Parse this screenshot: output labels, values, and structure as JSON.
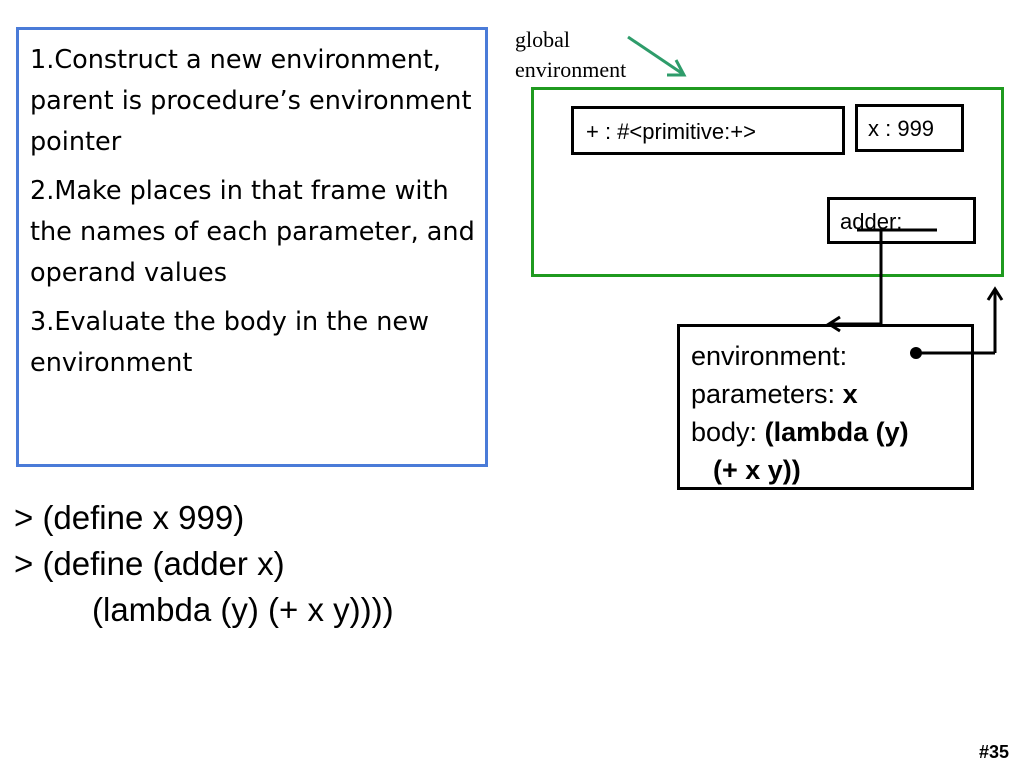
{
  "steps": [
    "1.Construct a new environment, parent is procedure’s environment pointer",
    "2.Make places in that frame with the names of each parameter, and operand values",
    "3.Evaluate the body in the new environment"
  ],
  "code": {
    "line1": "> (define x 999)",
    "line2": "> (define (adder x)",
    "line3": "(lambda (y) (+ x y))))"
  },
  "global_env": {
    "label_line1": "global",
    "label_line2": "environment",
    "frame_color": "#1f9a1f",
    "bindings": {
      "plus": "+ : #<primitive:+>",
      "x": "x : 999",
      "adder": "adder:"
    }
  },
  "procedure": {
    "environment_label": "environment:",
    "parameters_label": "parameters:",
    "parameters_value": "x",
    "body_label": "body:",
    "body_value_line1": "(lambda (y)",
    "body_value_line2": "(+ x y))"
  },
  "slide_number": "#35",
  "colors": {
    "steps_border": "#4a7bd8",
    "label_arrow": "#2e9c6a"
  }
}
